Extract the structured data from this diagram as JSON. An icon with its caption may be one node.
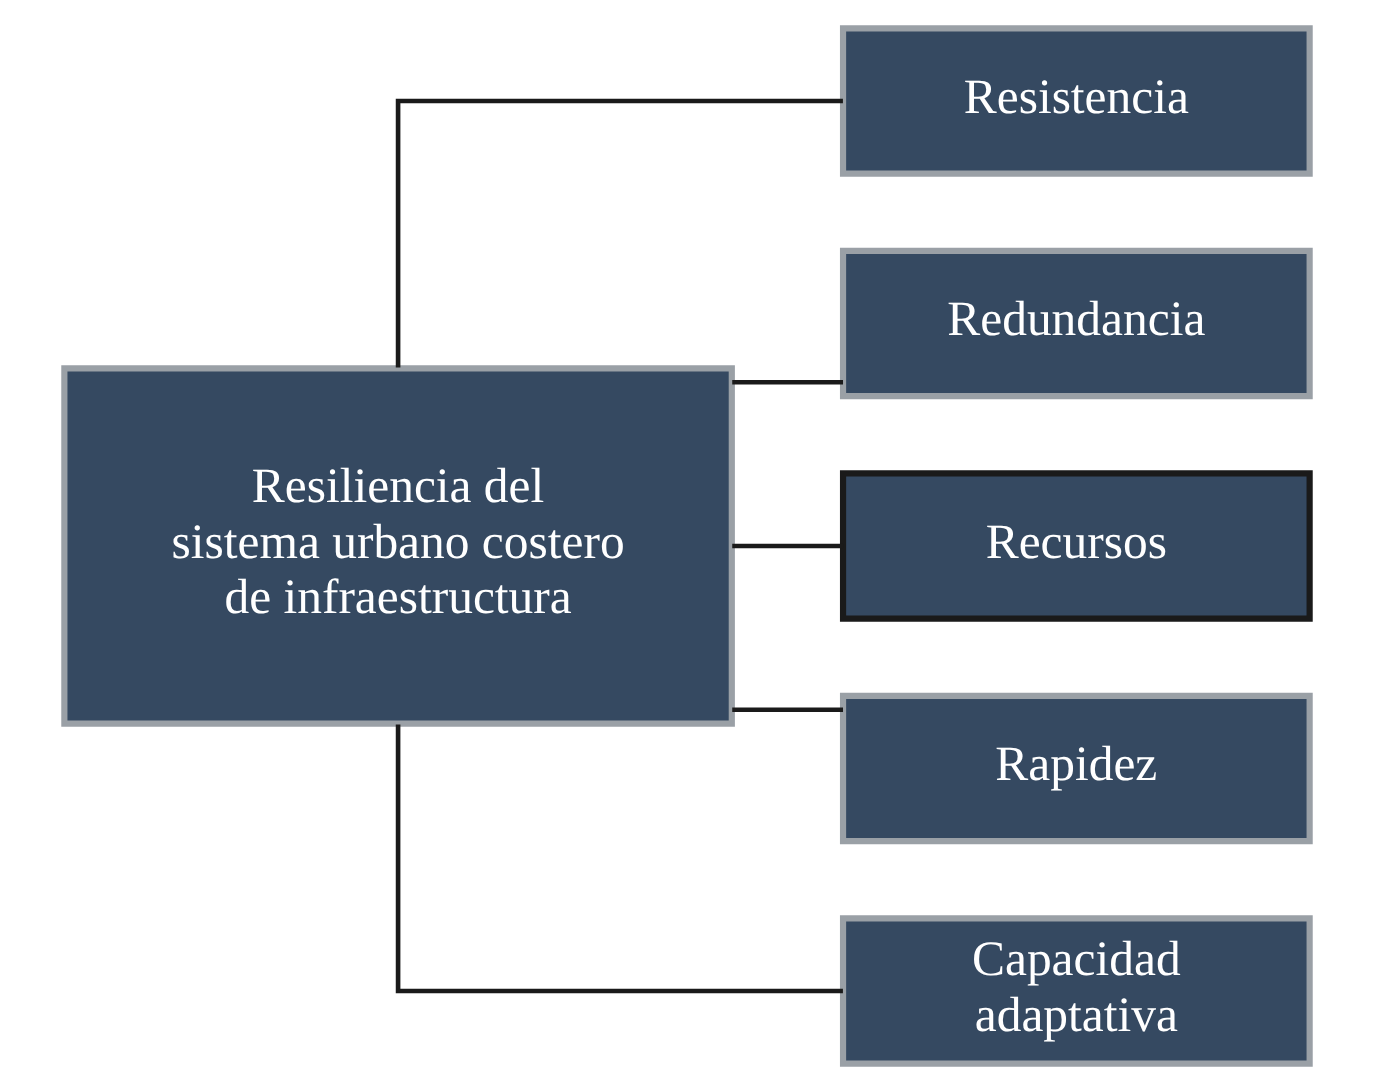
{
  "diagram": {
    "nodes": [
      {
        "text": [
          "Resiliencia del sistema urbano costero de infraestructura"
        ]
      },
      {
        "text": [
          "Resistencia"
        ]
      },
      {
        "text": [
          "Redundancia"
        ]
      },
      {
        "text": [
          "Recursos"
        ]
      },
      {
        "text": [
          "Rapidez"
        ]
      },
      {
        "text": [
          "Capacidad adaptativa"
        ]
      }
    ],
    "edges": [
      {
        "from": 0,
        "to": 1,
        "arrow": "none"
      },
      {
        "from": 0,
        "to": 2,
        "arrow": "none"
      },
      {
        "from": 0,
        "to": 3,
        "arrow": "none"
      },
      {
        "from": 0,
        "to": 4,
        "arrow": "none"
      },
      {
        "from": 0,
        "to": 5,
        "arrow": "none"
      }
    ]
  }
}
